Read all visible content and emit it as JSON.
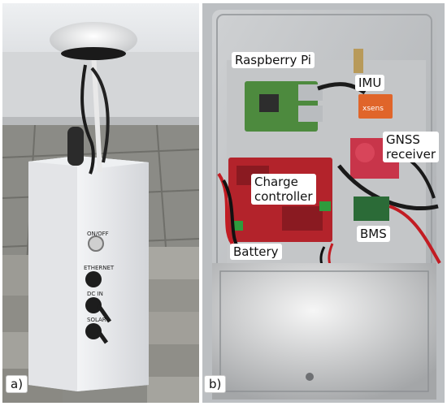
{
  "panels": {
    "a": {
      "letter": "a)",
      "switch_label": "ON/OFF",
      "port1_label": "ETHERNET",
      "port2_label": "DC IN",
      "port3_label": "SOLAR"
    },
    "b": {
      "letter": "b)",
      "imu_brand": "xsens"
    }
  },
  "labels": {
    "raspberry": "Raspberry Pi",
    "imu": "IMU",
    "gnss_line1": "GNSS",
    "gnss_line2": "receiver",
    "charge_line1": "Charge",
    "charge_line2": "controller",
    "battery": "Battery",
    "bms": "BMS"
  },
  "colors": {
    "enclosure": "#dcdde0",
    "pcb_red": "#b3232b",
    "pi_green": "#4d8a3e",
    "imu_orange": "#e0652a",
    "battery_grey": "#b7b9bb"
  }
}
